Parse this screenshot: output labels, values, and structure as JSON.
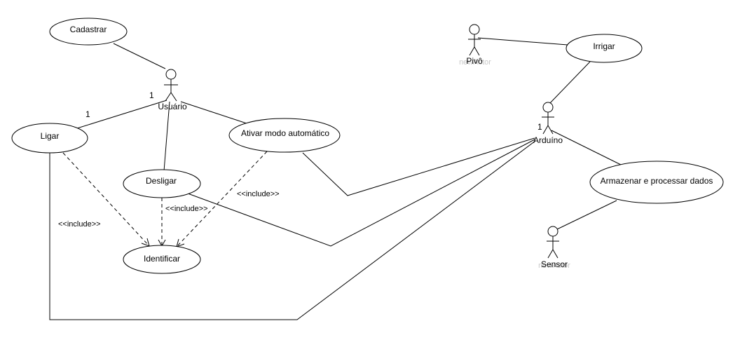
{
  "actors": {
    "usuario": "Usuário",
    "pivo": "Pivô",
    "arduino": "Arduíno",
    "sensor": "Sensor"
  },
  "ghost_labels": {
    "pivo": "newActor",
    "sensor": "newActor"
  },
  "use_cases": {
    "cadastrar": "Cadastrar",
    "ligar": "Ligar",
    "desligar": "Desligar",
    "ativar": "Ativar modo automático",
    "identificar": "Identificar",
    "irrigar": "Irrigar",
    "armazenar": "Armazenar e processar dados"
  },
  "multiplicities": {
    "usuario_end": "1",
    "ligar_end": "1",
    "arduino_end": "1"
  },
  "relations": {
    "include_ligar": "<<include>>",
    "include_desligar": "<<include>>",
    "include_ativar": "<<include>>"
  }
}
